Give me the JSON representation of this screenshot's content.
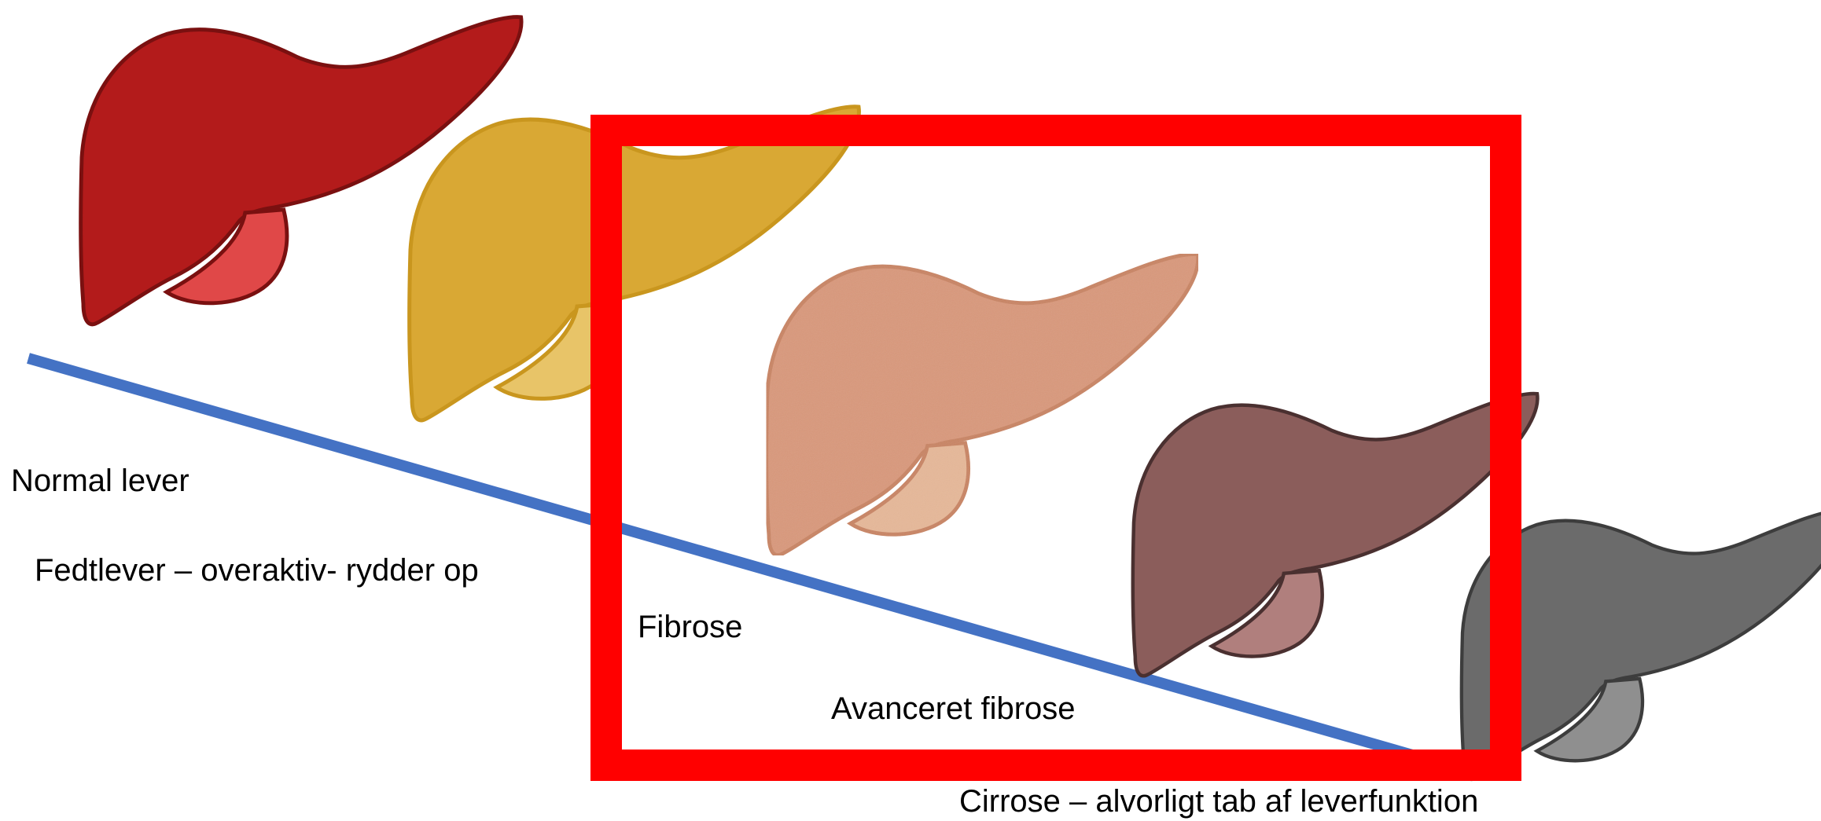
{
  "stages": [
    {
      "label": "Normal lever",
      "color": "#b31b1b",
      "lobe_color": "#e04848",
      "outline": "#7a1010"
    },
    {
      "label": "Fedtlever – overaktiv- rydder op",
      "color": "#d9a834",
      "lobe_color": "#e8c468",
      "outline": "#c9961e"
    },
    {
      "label": "Fibrose",
      "color": "#d9987a",
      "lobe_color": "#e6b898",
      "outline": "#c98462"
    },
    {
      "label": "Avanceret fibrose",
      "color": "#8b5d5b",
      "lobe_color": "#b07f7d",
      "outline": "#4a3030"
    },
    {
      "label": "Cirrose – alvorligt tab af leverfunktion",
      "color": "#6b6b6b",
      "lobe_color": "#8f8f8f",
      "outline": "#3d3d3d"
    }
  ],
  "colors": {
    "progression_line": "#4472c4",
    "highlight_box": "#ff0000",
    "background": "#ffffff"
  }
}
